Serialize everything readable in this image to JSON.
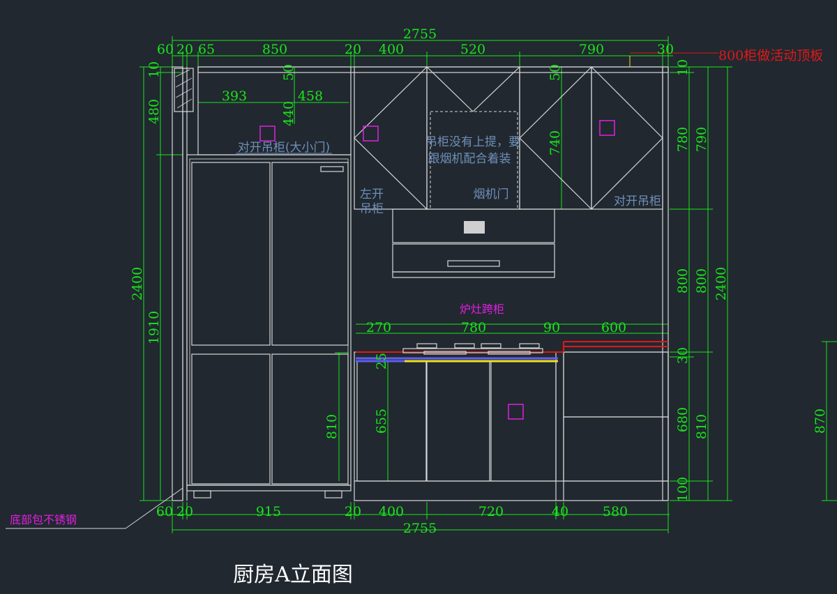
{
  "drawing": {
    "title": "厨房A立面图",
    "top_total": "2755",
    "bottom_total": "2755",
    "top_dims": [
      "60",
      "20",
      "65",
      "850",
      "20",
      "400",
      "520",
      "790",
      "30"
    ],
    "bottom_dims": [
      "60",
      "20",
      "915",
      "20",
      "400",
      "720",
      "40",
      "580"
    ],
    "upper_dims": {
      "d393": "393",
      "d458": "458",
      "d50a": "50",
      "d440": "440",
      "d50b": "50",
      "d740": "740"
    },
    "counter_dims": [
      "270",
      "780",
      "90",
      "600"
    ],
    "left_vertical": {
      "d10": "10",
      "d480": "480",
      "d2400": "2400",
      "d1910": "1910"
    },
    "right_vertical": {
      "d10": "10",
      "d780": "780",
      "d790": "790",
      "d800a": "800",
      "d800b": "800",
      "d2400": "2400",
      "d30": "30",
      "d680": "680",
      "d810": "810",
      "d100": "100"
    },
    "inner_vertical": {
      "d810": "810",
      "d655": "655",
      "d25": "25"
    },
    "far_right": "870",
    "labels": {
      "double_door_cabinet": "对开吊柜(大小门)",
      "left_open": "左开",
      "hanging_cabinet": "吊柜",
      "note_line1": "吊柜没有上提，要",
      "note_line2": "跟烟机配合着装",
      "hood_door": "烟机门",
      "double_hanging": "对开吊柜",
      "stove_cabinet": "炉灶跨柜",
      "bottom_steel": "底部包不锈钢",
      "top_board": "800柜做活动顶板"
    }
  }
}
